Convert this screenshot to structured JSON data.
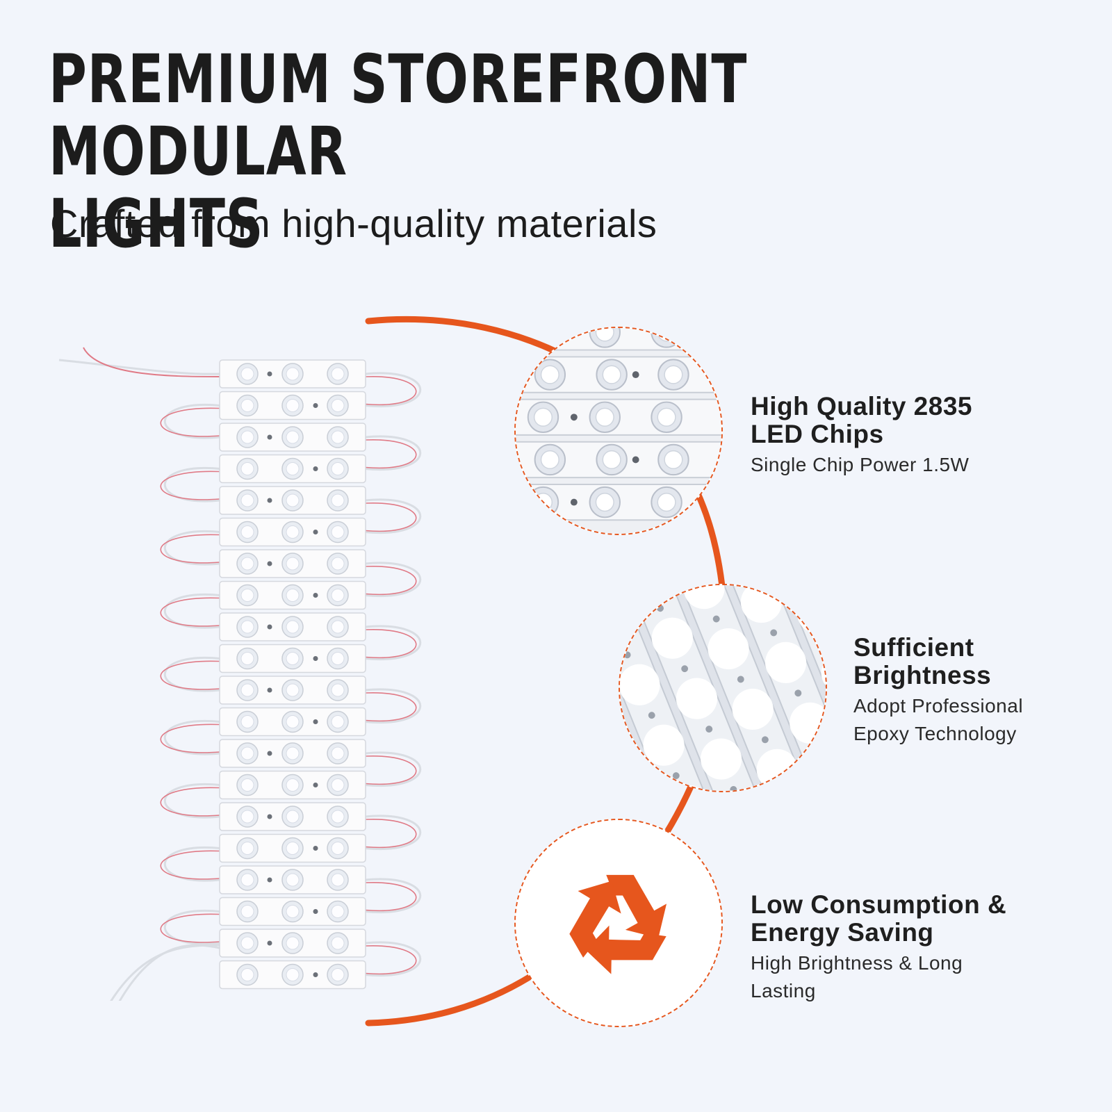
{
  "header": {
    "title": "PREMIUM STOREFRONT MODULAR\nLIGHTS",
    "subtitle": "Crafted from high-quality materials"
  },
  "colors": {
    "accent": "#e6561d",
    "background": "#f2f5fb",
    "text": "#1c1c1c"
  },
  "features": [
    {
      "title": "High Quality 2835\nLED Chips",
      "subtitle": "Single Chip Power 1.5W",
      "icon": "led-chip-closeup"
    },
    {
      "title": "Sufficient\nBrightness",
      "subtitle": "Adopt Professional\nEpoxy Technology",
      "icon": "bright-led-closeup"
    },
    {
      "title": "Low Consumption &\nEnergy Saving",
      "subtitle": "High Brightness & Long\nLasting",
      "icon": "recycle-icon"
    }
  ]
}
